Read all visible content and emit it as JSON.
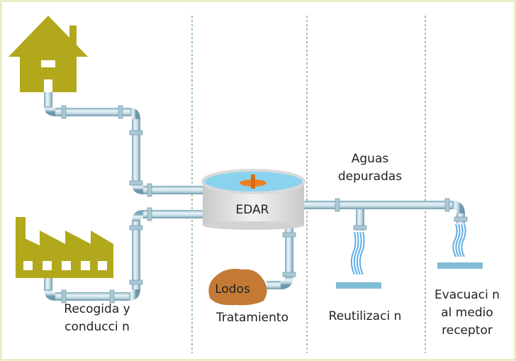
{
  "labels": {
    "collection": [
      "Recogida y",
      "conducci n"
    ],
    "treatment": "Tratamiento",
    "reuse": "Reutilizaci n",
    "discharge": [
      "Evacuaci n",
      "al medio",
      "receptor"
    ],
    "plant": "EDAR",
    "treated_water": [
      "Aguas",
      "depuradas"
    ],
    "sludge": "Lodos"
  },
  "colors": {
    "frame": "#e2e6a4",
    "divider": "#6aa86a",
    "pipe": "#b8d2de",
    "building": "#b2a81c",
    "sludge": "#c47a35",
    "tank_water": "#8ad3ee",
    "tank_body": "#e5e5e5",
    "mixer": "#ee8022",
    "drain_plate": "#82bdd6",
    "water_stream": "#5eaee8"
  }
}
